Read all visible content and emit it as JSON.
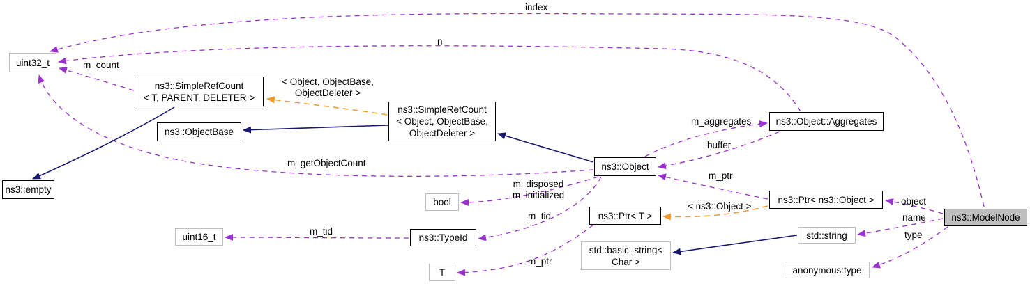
{
  "colors": {
    "usage_edge": "#9a32cd",
    "template_edge": "#ee9c31",
    "inheritance_edge": "#191970",
    "class_node_border": "#000000",
    "primitive_node_border": "#bebebe",
    "current_node_fill": "#bfbfbf",
    "background": "#ffffff"
  },
  "nodes": {
    "uint32_t": {
      "label": "uint32_t"
    },
    "simple_ref_count_tpd": {
      "lines": [
        "ns3::SimpleRefCount",
        "< T, PARENT, DELETER >"
      ]
    },
    "object_base": {
      "label": "ns3::ObjectBase"
    },
    "simple_ref_count_obj": {
      "lines": [
        "ns3::SimpleRefCount",
        "< Object, ObjectBase,",
        "ObjectDeleter >"
      ]
    },
    "object": {
      "label": "ns3::Object"
    },
    "aggregates": {
      "label": "ns3::Object::Aggregates"
    },
    "empty": {
      "label": "ns3::empty"
    },
    "bool": {
      "label": "bool"
    },
    "type_id": {
      "label": "ns3::TypeId"
    },
    "uint16_t": {
      "label": "uint16_t"
    },
    "t": {
      "label": "T"
    },
    "ptr_t": {
      "label": "ns3::Ptr< T >"
    },
    "basic_string": {
      "lines": [
        "std::basic_string<",
        "Char >"
      ]
    },
    "ptr_object": {
      "label": "ns3::Ptr< ns3::Object >"
    },
    "std_string": {
      "label": "std::string"
    },
    "anonymous_type": {
      "label": "anonymous:type"
    },
    "model_node": {
      "label": "ns3::ModelNode"
    }
  },
  "edge_labels": {
    "index": "index",
    "n": "n",
    "m_count": "m_count",
    "template_object_args": {
      "lines": [
        "< Object, ObjectBase,",
        "ObjectDeleter >"
      ]
    },
    "m_aggregates": "m_aggregates",
    "buffer": "buffer",
    "m_ptr_object": "m_ptr",
    "m_get_object_count": "m_getObjectCount",
    "disposed_initialized": {
      "lines": [
        "m_disposed",
        "m_initialized"
      ]
    },
    "m_tid_object": "m_tid",
    "m_tid_uint16": "m_tid",
    "m_ptr_t": "m_ptr",
    "template_ptr_args": "< ns3::Object >",
    "object": "object",
    "name": "name",
    "type": "type"
  }
}
